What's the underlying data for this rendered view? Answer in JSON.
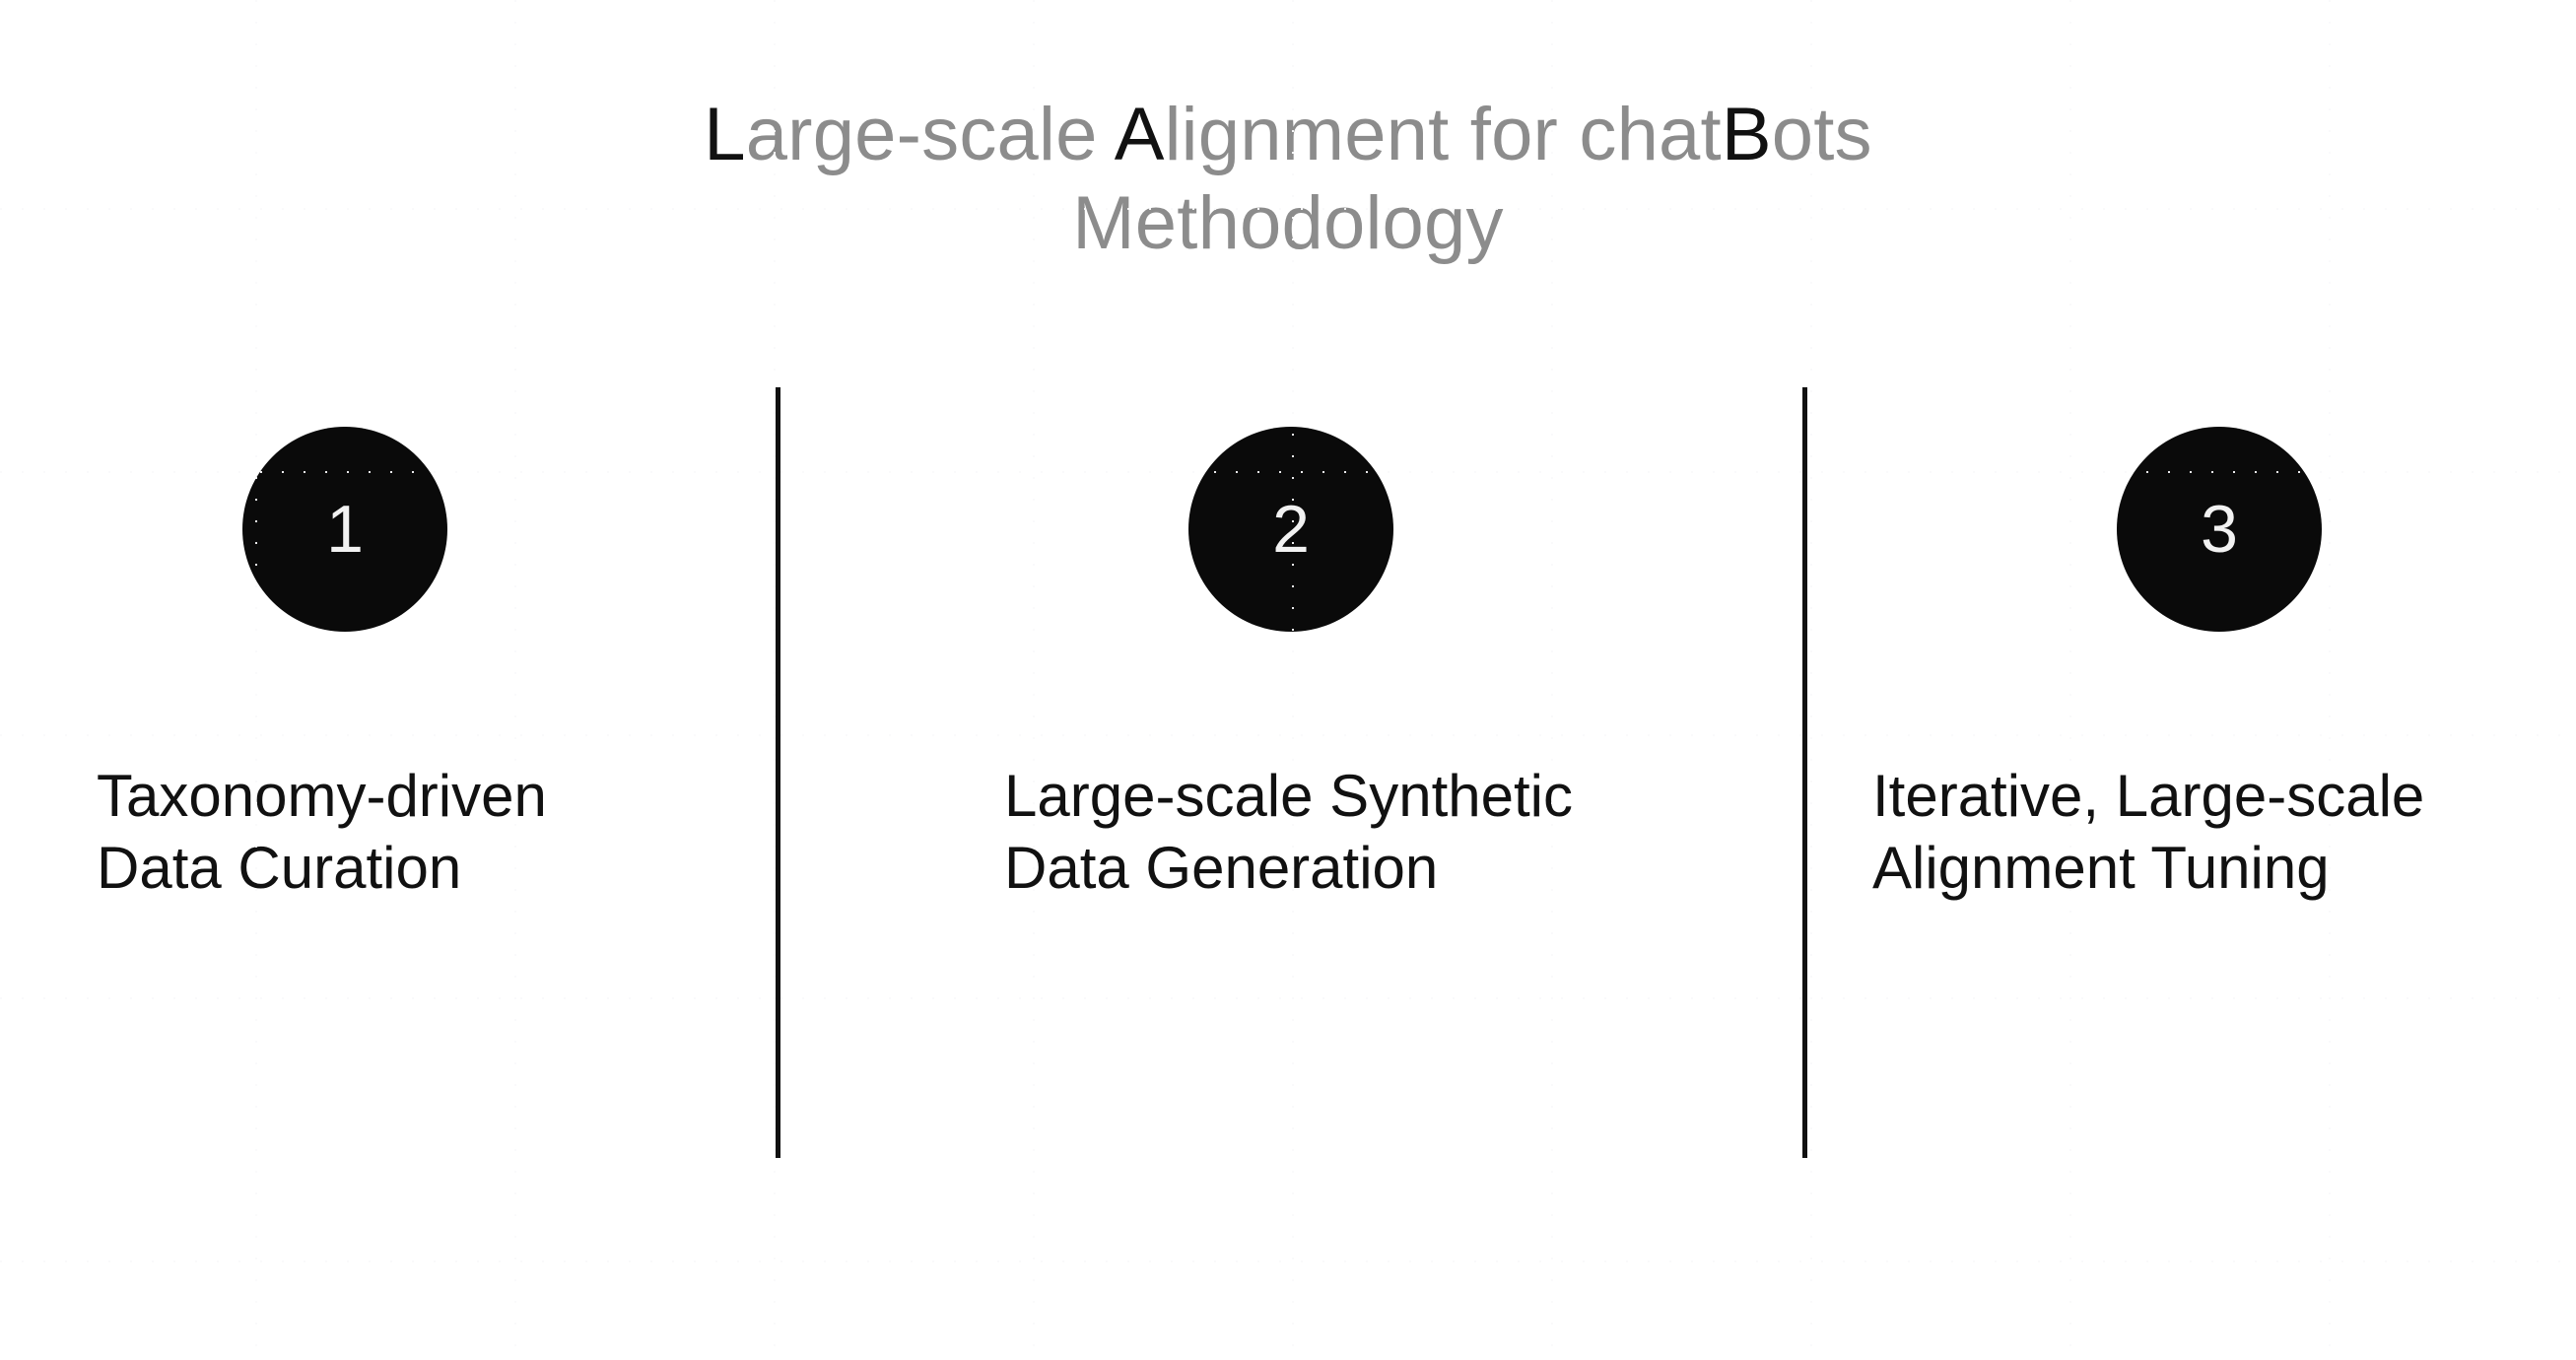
{
  "title": {
    "line1_prefix_a": "L",
    "line1_mid_a": "arge-scale ",
    "line1_prefix_b": "A",
    "line1_mid_b": "lignment for chat",
    "line1_prefix_c": "B",
    "line1_suffix": "ots",
    "line1_full": "Large-scale Alignment for chatBots",
    "line2": "Methodology"
  },
  "colors": {
    "accent_dark": "#111111",
    "title_gray": "#8c8c8c",
    "grid_dot": "#c9c9cf",
    "bullet_fill": "#0a0a0a",
    "bullet_text": "#f2f2f2",
    "background": "#ffffff"
  },
  "steps": [
    {
      "number": "1",
      "label": "Taxonomy-driven\nData Curation"
    },
    {
      "number": "2",
      "label": "Large-scale Synthetic\nData Generation"
    },
    {
      "number": "3",
      "label": "Iterative, Large-scale\nAlignment Tuning"
    }
  ]
}
